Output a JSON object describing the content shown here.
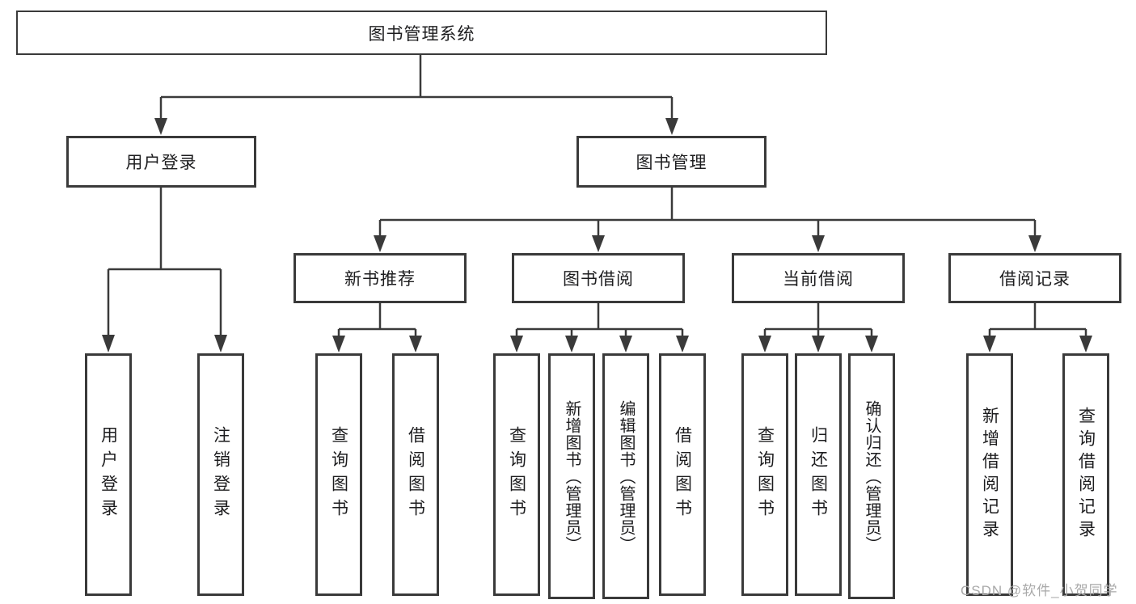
{
  "diagram": {
    "root": {
      "label": "图书管理系统"
    },
    "level2": [
      {
        "label": "用户登录",
        "children": [
          {
            "label": "用户登录"
          },
          {
            "label": "注销登录"
          }
        ]
      },
      {
        "label": "图书管理",
        "children": [
          {
            "label": "新书推荐",
            "children": [
              {
                "label": "查询图书"
              },
              {
                "label": "借阅图书"
              }
            ]
          },
          {
            "label": "图书借阅",
            "children": [
              {
                "label": "查询图书"
              },
              {
                "label": "新增图书（管理员）"
              },
              {
                "label": "编辑图书（管理员）"
              },
              {
                "label": "借阅图书"
              }
            ]
          },
          {
            "label": "当前借阅",
            "children": [
              {
                "label": "查询图书"
              },
              {
                "label": "归还图书"
              },
              {
                "label": "确认归还（管理员）"
              }
            ]
          },
          {
            "label": "借阅记录",
            "children": [
              {
                "label": "新增借阅记录"
              },
              {
                "label": "查询借阅记录"
              }
            ]
          }
        ]
      }
    ]
  },
  "watermark": {
    "text": "CSDN @软件_小贺同学"
  },
  "colors": {
    "line": "#3a3a3a",
    "text": "#1d1d1f",
    "watermark": "#a9a9a9",
    "background": "#ffffff"
  }
}
